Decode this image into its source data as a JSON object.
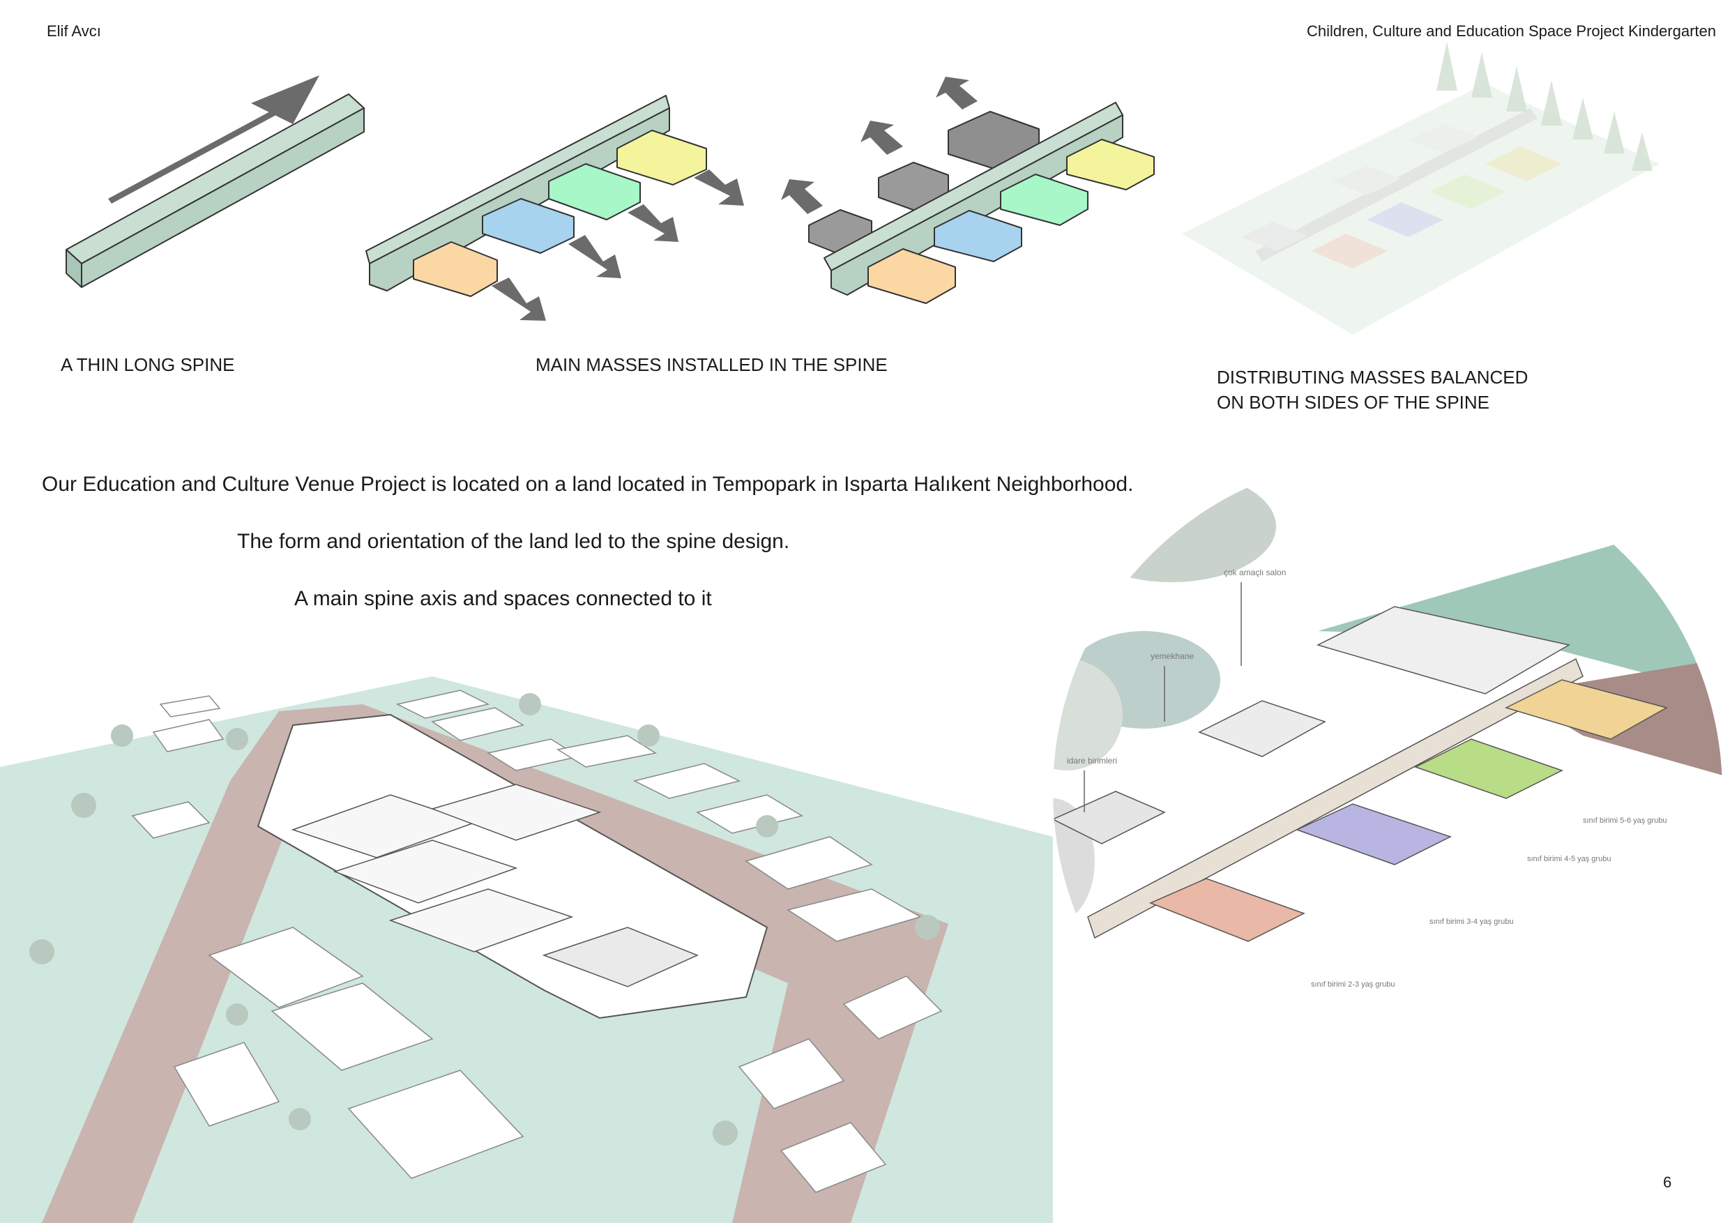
{
  "header": {
    "author": "Elif Avcı",
    "project_title": "Children, Culture and Education Space Project Kindergarten"
  },
  "diagrams": {
    "step1_caption": "A THIN LONG SPINE",
    "step2_caption": "MAIN MASSES INSTALLED IN THE SPINE",
    "step3_caption": "DISTRIBUTING MASSES BALANCED\nON BOTH SIDES OF THE SPINE"
  },
  "description": {
    "line1": "Our Education and Culture Venue Project is located on a land located in Tempopark in Isparta Halıkent Neighborhood.",
    "line2": "The form and orientation of the land led to the spine design.",
    "line3": "A main spine axis and spaces connected to it"
  },
  "plan_labels": {
    "dining_hall": "yemekhane",
    "multipurpose_hall": "çok amaçlı salon",
    "administration": "idare birimleri",
    "class_5_6": "sınıf birimi 5-6 yaş grubu",
    "class_4_5": "sınıf birimi 4-5 yaş grubu",
    "class_3_4": "sınıf birimi 3-4 yaş grubu",
    "class_2_3": "sınıf birimi 2-3 yaş grubu"
  },
  "page_number": "6",
  "colors": {
    "spine": "#b9d3c4",
    "mass_orange": "#fbd7a4",
    "mass_blue": "#a8d3ee",
    "mass_green": "#a7f7c8",
    "mass_yellow": "#f4f49c",
    "mass_grey": "#999999",
    "arrow": "#6b6b6b",
    "road": "#c9b4af",
    "ground": "#cfe7df"
  }
}
